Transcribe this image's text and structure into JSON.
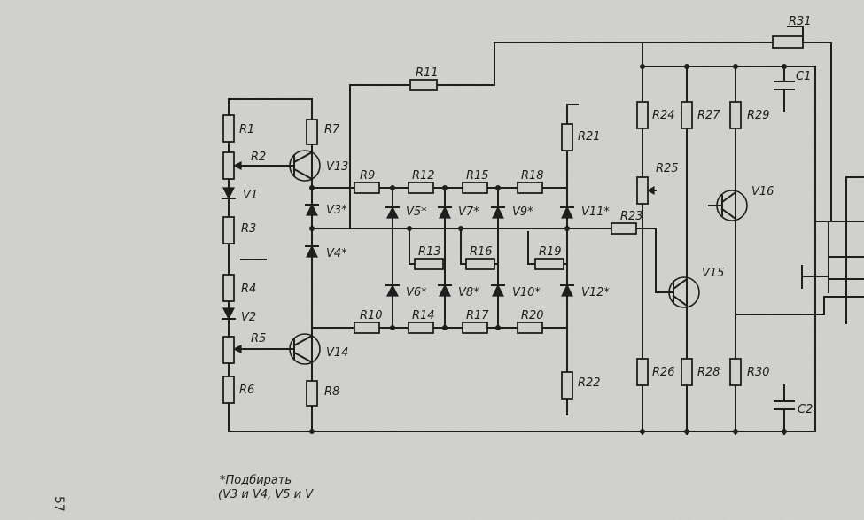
{
  "labels": {
    "R1": "R1",
    "R2": "R2",
    "R3": "R3",
    "R4": "R4",
    "R5": "R5",
    "R6": "R6",
    "R7": "R7",
    "R8": "R8",
    "R9": "R9",
    "R10": "R10",
    "R11": "R11",
    "R12": "R12",
    "R13": "R13",
    "R14": "R14",
    "R15": "R15",
    "R16": "R16",
    "R17": "R17",
    "R18": "R18",
    "R19": "R19",
    "R20": "R20",
    "R21": "R21",
    "R22": "R22",
    "R23": "R23",
    "R24": "R24",
    "R25": "R25",
    "R26": "R26",
    "R27": "R27",
    "R28": "R28",
    "R29": "R29",
    "R30": "R30",
    "R31": "R31",
    "C1": "C1",
    "C2": "C2",
    "V1": "V1",
    "V2": "V2",
    "V3": "V3*",
    "V4": "V4*",
    "V5": "V5*",
    "V6": "V6*",
    "V7": "V7*",
    "V8": "V8*",
    "V9": "V9*",
    "V10": "V10*",
    "V11": "V11*",
    "V12": "V12*",
    "V13": "V13",
    "V14": "V14",
    "V15": "V15",
    "V16": "V16"
  },
  "footnote": {
    "line1": "*Подбирать",
    "line2": "(V3 и V4, V5 и V"
  },
  "page_number": "57"
}
